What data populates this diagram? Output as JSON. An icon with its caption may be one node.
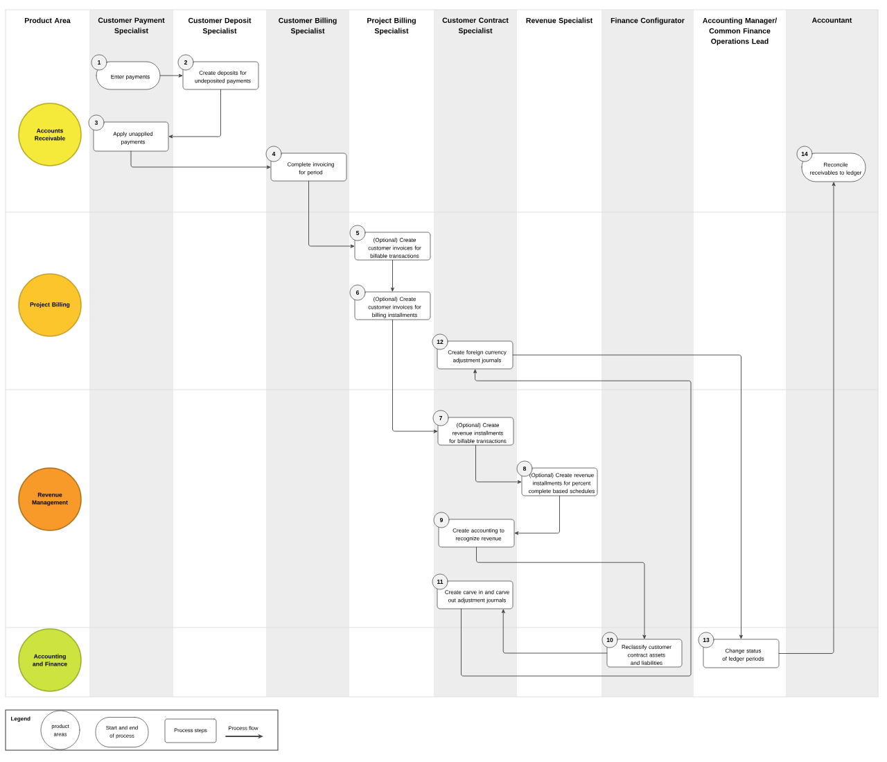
{
  "diagram": {
    "nodes": [
      {
        "text": [
          "Accounts Receivable"
        ]
      },
      {
        "text": [
          "Project Billing"
        ]
      },
      {
        "text": [
          "Revenue Management"
        ]
      },
      {
        "text": [
          "Accounting and Finance"
        ]
      },
      {
        "text": [
          "1",
          "Enter payments"
        ]
      },
      {
        "text": [
          "2",
          "Create deposits for undeposited payments"
        ]
      },
      {
        "text": [
          "3",
          "Apply unapplied payments"
        ]
      },
      {
        "text": [
          "4",
          "Complete invoicing for period"
        ]
      },
      {
        "text": [
          "5",
          "(Optional) Create customer invoices for billable transactions"
        ]
      },
      {
        "text": [
          "6",
          "(Optional) Create customer invoices for billing installments"
        ]
      },
      {
        "text": [
          "7",
          "(Optional) Create revenue installments for billable transactions"
        ]
      },
      {
        "text": [
          "8",
          "(Optional) Create revenue installments for percent complete based schedules"
        ]
      },
      {
        "text": [
          "9",
          "Create accounting to recognize revenue"
        ]
      },
      {
        "text": [
          "10",
          "Reclassify customer contract assets and liabilities"
        ]
      },
      {
        "text": [
          "11",
          "Create carve in and carve out adjustment journals"
        ]
      },
      {
        "text": [
          "12",
          "Create foreign currency adjustment journals"
        ]
      },
      {
        "text": [
          "13",
          "Change status of ledger periods"
        ]
      },
      {
        "text": [
          "14",
          "Reconcile receivables to ledger"
        ]
      }
    ],
    "edges": [
      {
        "from": 4,
        "to": 5,
        "arrow": "to"
      },
      {
        "from": 5,
        "to": 6,
        "arrow": "to"
      },
      {
        "from": 6,
        "to": 7,
        "arrow": "to"
      },
      {
        "from": 7,
        "to": 8,
        "arrow": "to"
      },
      {
        "from": 8,
        "to": 9,
        "arrow": "to"
      },
      {
        "from": 9,
        "to": 10,
        "arrow": "to"
      },
      {
        "from": 10,
        "to": 11,
        "arrow": "to"
      },
      {
        "from": 11,
        "to": 12,
        "arrow": "to"
      },
      {
        "from": 12,
        "to": 13,
        "arrow": "to"
      },
      {
        "from": 13,
        "to": 14,
        "arrow": "to"
      },
      {
        "from": 14,
        "to": 15,
        "arrow": "to"
      },
      {
        "from": 15,
        "to": 16,
        "arrow": "to"
      },
      {
        "from": 16,
        "to": 17,
        "arrow": "to"
      }
    ],
    "labels": [
      "Product Area",
      "Customer Payment Specialist",
      "Customer Deposit Specialist",
      "Customer Billing Specialist",
      "Project Billing Specialist",
      "Customer Contract Specialist",
      "Revenue Specialist",
      "Finance Configurator",
      "Accounting Manager/ Common Finance Operations Lead",
      "Accountant",
      "Legend"
    ],
    "legend": [
      {
        "text": "product areas"
      },
      {
        "text": "Start and end of process"
      },
      {
        "text": "Process steps"
      },
      {
        "text": "Process flow"
      }
    ]
  }
}
